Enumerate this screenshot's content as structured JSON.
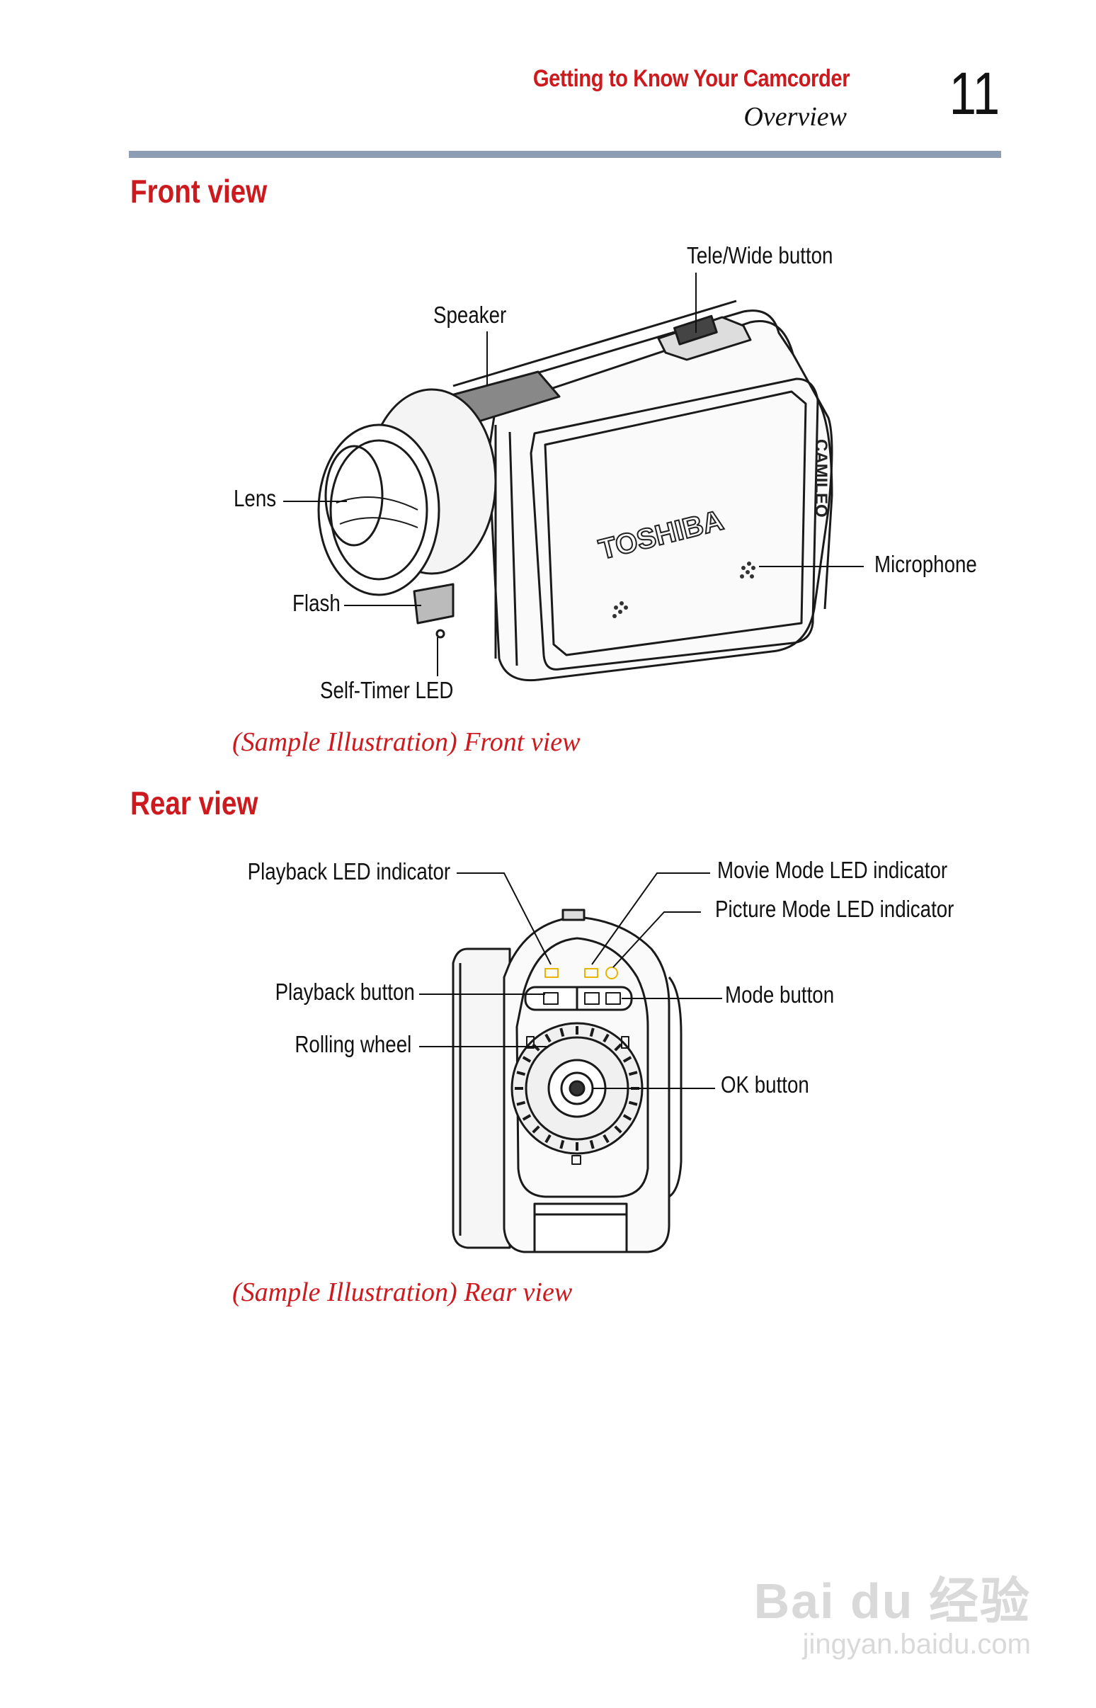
{
  "header": {
    "chapter": "Getting to Know Your Camcorder",
    "section": "Overview",
    "page_number": "11"
  },
  "front": {
    "heading": "Front view",
    "caption": "(Sample Illustration) Front view",
    "brand_logo": "TOSHIBA",
    "model_logo": "CAMILEO",
    "labels": {
      "tele_wide": "Tele/Wide button",
      "speaker": "Speaker",
      "lens": "Lens",
      "microphone": "Microphone",
      "flash": "Flash",
      "self_timer": "Self-Timer LED"
    }
  },
  "rear": {
    "heading": "Rear view",
    "caption": "(Sample Illustration) Rear view",
    "labels": {
      "playback_led": "Playback LED indicator",
      "movie_led": "Movie Mode LED indicator",
      "picture_led": "Picture Mode LED indicator",
      "playback_button": "Playback button",
      "mode_button": "Mode button",
      "rolling_wheel": "Rolling wheel",
      "ok_button": "OK button"
    }
  },
  "watermark": {
    "main": "Bai du 经验",
    "sub": "jingyan.baidu.com"
  },
  "colors": {
    "accent_red": "#cc1a1f",
    "rule_blue": "#8d9db3",
    "led_yellow": "#e8b400"
  }
}
